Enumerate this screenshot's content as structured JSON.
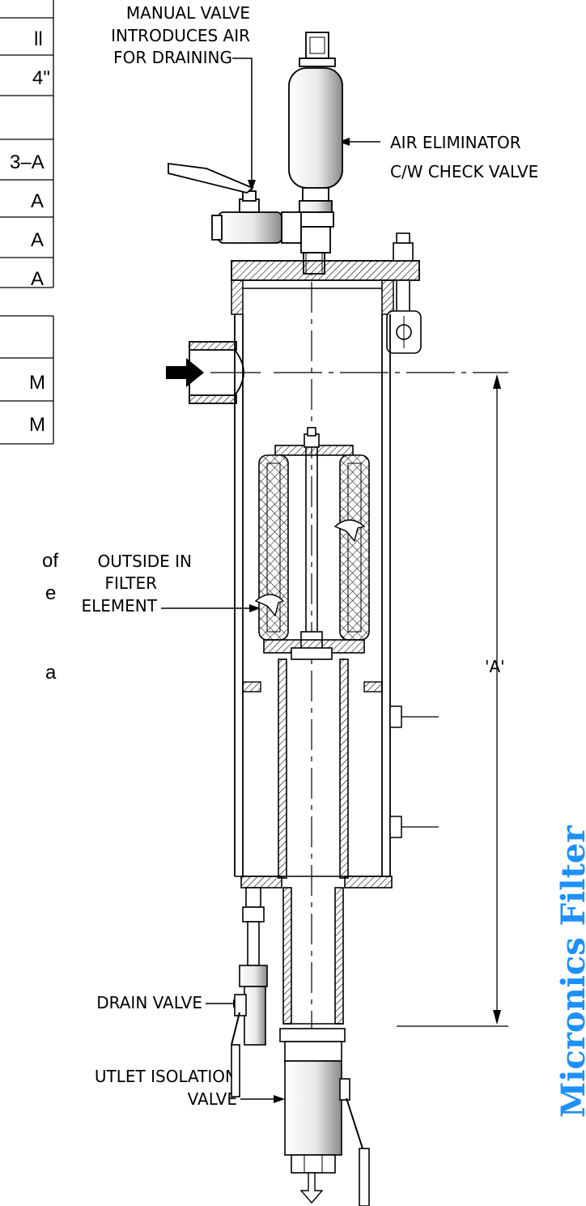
{
  "labels": {
    "manual_valve": [
      "MANUAL VALVE",
      "INTRODUCES AIR",
      "FOR DRAINING"
    ],
    "air_eliminator": [
      "AIR ELIMINATOR",
      "C/W CHECK VALVE"
    ],
    "filter_element": [
      "OUTSIDE IN",
      "FILTER",
      "ELEMENT"
    ],
    "dimension": "'A'",
    "drain_valve": "DRAIN VALVE",
    "outlet_valve": [
      "UTLET ISOLATION",
      "VALVE"
    ]
  },
  "left_table": {
    "cells": [
      "ll",
      "4\"",
      "",
      "3–A",
      "A",
      "A",
      "A",
      "",
      "M",
      "M"
    ]
  },
  "left_text": [
    "of",
    "e",
    "a"
  ],
  "brand": {
    "text": "Micronics Filter",
    "color": "#1e90ff"
  }
}
